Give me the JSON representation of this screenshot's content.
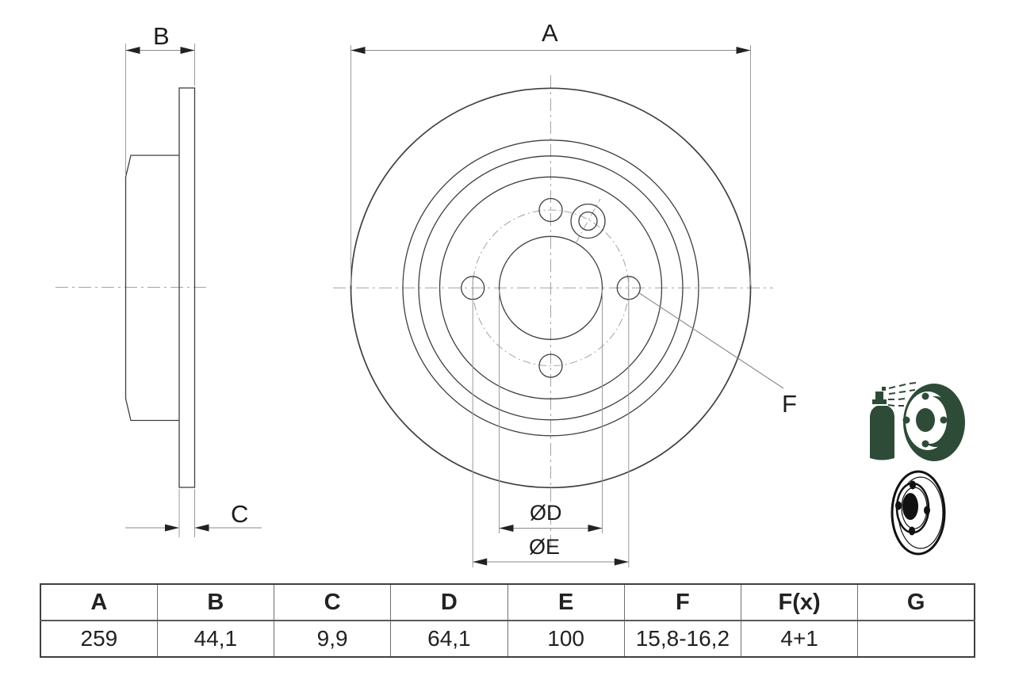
{
  "drawing": {
    "side_view": {
      "label_total_width": "B",
      "label_disc_thickness": "C"
    },
    "front_view": {
      "label_outer_diameter": "A",
      "label_center_bore_dia": "ØD",
      "label_bolt_circle_dia": "ØE",
      "label_bolt_hole": "F"
    }
  },
  "spec_table": {
    "headers": [
      "A",
      "B",
      "C",
      "D",
      "E",
      "F",
      "F(x)",
      "G"
    ],
    "values": [
      "259",
      "44,1",
      "9,9",
      "64,1",
      "100",
      "15,8-16,2",
      "4+1",
      ""
    ]
  },
  "icons": {
    "coating_spray_icon": "spray-can coating a brake disc",
    "solid_disc_icon": "solid brake disc"
  },
  "colors": {
    "outline": "#3f3f3f",
    "dimension_line": "#8a8a8a",
    "centerline": "#a3a3a3",
    "label_text": "#1c1c1c",
    "icon_green": "#2e4b38",
    "table_border": "#3f3f3f"
  }
}
